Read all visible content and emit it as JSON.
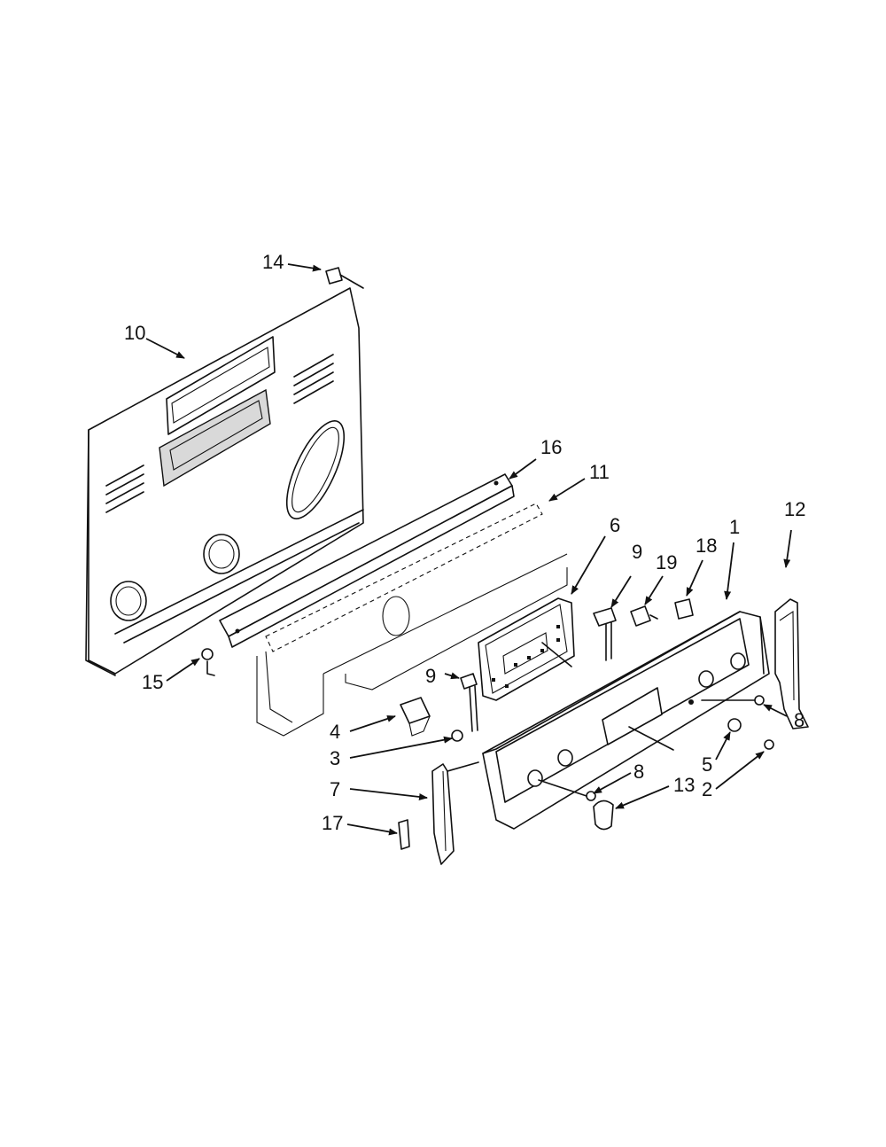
{
  "callouts": [
    {
      "id": "c14",
      "text": "14"
    },
    {
      "id": "c10",
      "text": "10"
    },
    {
      "id": "c16",
      "text": "16"
    },
    {
      "id": "c11",
      "text": "11"
    },
    {
      "id": "c6",
      "text": "6"
    },
    {
      "id": "c9a",
      "text": "9"
    },
    {
      "id": "c19",
      "text": "19"
    },
    {
      "id": "c18",
      "text": "18"
    },
    {
      "id": "c1",
      "text": "1"
    },
    {
      "id": "c12",
      "text": "12"
    },
    {
      "id": "c15",
      "text": "15"
    },
    {
      "id": "c9b",
      "text": "9"
    },
    {
      "id": "c4",
      "text": "4"
    },
    {
      "id": "c3",
      "text": "3"
    },
    {
      "id": "c7",
      "text": "7"
    },
    {
      "id": "c17",
      "text": "17"
    },
    {
      "id": "c8a",
      "text": "8"
    },
    {
      "id": "c8b",
      "text": "8"
    },
    {
      "id": "c13",
      "text": "13"
    },
    {
      "id": "c5",
      "text": "5"
    },
    {
      "id": "c2",
      "text": "2"
    }
  ]
}
